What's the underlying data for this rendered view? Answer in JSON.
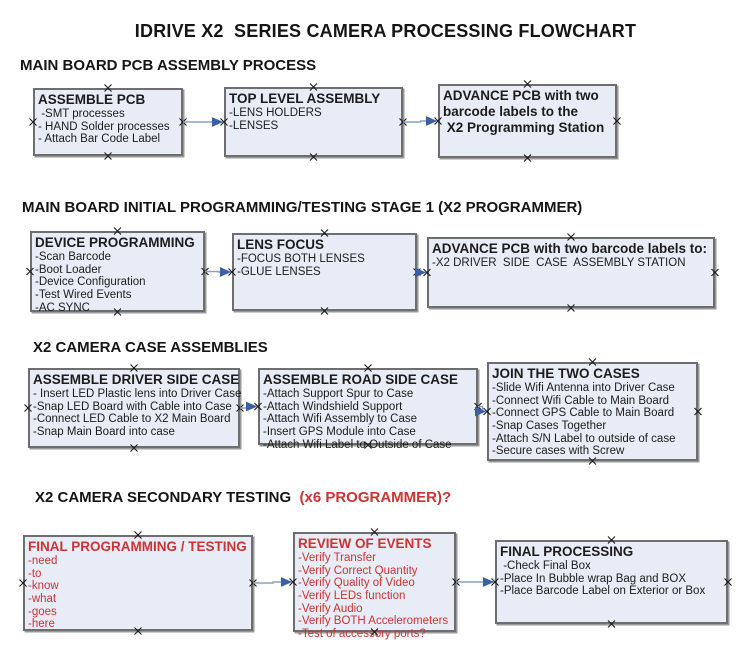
{
  "title": "IDRIVE X2  SERIES CAMERA PROCESSING FLOWCHART",
  "colors": {
    "box_fill": "#e7ecf6",
    "box_border": "#6e6e6e",
    "arrow_line": "#8ca0c4",
    "arrow_head": "#3b5fa6",
    "red_text": "#cc3333",
    "black_text": "#1c1c1c"
  },
  "sections": [
    {
      "title": "MAIN BOARD PCB ASSEMBLY PROCESS",
      "boxes": [
        {
          "title": "ASSEMBLE PCB",
          "items": [
            " -SMT processes",
            "- HAND Solder processes",
            "- Attach Bar Code Label"
          ]
        },
        {
          "title": "TOP LEVEL ASSEMBLY",
          "items": [
            "-LENS HOLDERS",
            "-LENSES"
          ]
        },
        {
          "title": "ADVANCE PCB with two\nbarcode labels to the\n X2 Programming Station",
          "items": []
        }
      ]
    },
    {
      "title": "MAIN BOARD INITIAL PROGRAMMING/TESTING STAGE 1 (X2 PROGRAMMER)",
      "boxes": [
        {
          "title": "DEVICE PROGRAMMING",
          "items": [
            "-Scan Barcode",
            "-Boot Loader",
            "-Device Configuration",
            "-Test Wired Events",
            "-AC SYNC"
          ]
        },
        {
          "title": "LENS FOCUS",
          "items": [
            "-FOCUS BOTH LENSES",
            "-GLUE LENSES"
          ]
        },
        {
          "title": "ADVANCE PCB with two barcode labels to:",
          "items": [
            "-X2 DRIVER  SIDE  CASE  ASSEMBLY STATION"
          ]
        }
      ]
    },
    {
      "title": "X2 CAMERA CASE ASSEMBLIES",
      "boxes": [
        {
          "title": "ASSEMBLE DRIVER SIDE CASE",
          "items": [
            "- Insert LED Plastic lens into Driver Case",
            "-Snap LED Board with Cable into Case",
            "-Connect LED Cable to X2 Main Board",
            "-Snap Main Board into case"
          ]
        },
        {
          "title": "ASSEMBLE ROAD SIDE CASE",
          "items": [
            "-Attach Support Spur to Case",
            "-Attach Windshield Support",
            "-Attach Wifi Assembly to Case",
            "-Insert GPS Module into Case",
            "-Attach Wifi Label to Outside of Case"
          ]
        },
        {
          "title": "JOIN THE TWO CASES",
          "items": [
            "-Slide Wifi Antenna into Driver Case",
            "-Connect Wifi Cable to Main Board",
            "-Connect GPS Cable to Main Board",
            "-Snap Cases Together",
            "-Attach S/N Label to outside of case",
            "-Secure cases with Screw"
          ]
        }
      ]
    },
    {
      "title": "X2 CAMERA SECONDARY TESTING",
      "title_suffix": "  (x6 PROGRAMMER)?",
      "title_suffix_color": "#cc3333",
      "boxes": [
        {
          "title": "FINAL PROGRAMMING / TESTING",
          "text_color": "#cc3333",
          "items": [
            "-need",
            "-to",
            "-know",
            "-what",
            "-goes",
            "-here"
          ]
        },
        {
          "title": "REVIEW OF EVENTS",
          "text_color": "#cc3333",
          "items": [
            "-Verify Transfer",
            "-Verify Correct Quantity",
            "-Verify Quality of Video",
            "-Verify LEDs function",
            "-Verify Audio",
            "-Verify BOTH Accelerometers",
            "-Test of accessory ports?"
          ]
        },
        {
          "title": "FINAL PROCESSING",
          "items": [
            " -Check Final Box",
            "-Place In Bubble wrap Bag and BOX",
            "-Place Barcode Label on Exterior or Box"
          ]
        }
      ]
    }
  ],
  "connections": [
    {
      "from": "assemble-pcb",
      "to": "top-level-assembly"
    },
    {
      "from": "top-level-assembly",
      "to": "advance-pcb-programming-station"
    },
    {
      "from": "device-programming",
      "to": "lens-focus"
    },
    {
      "from": "lens-focus",
      "to": "advance-pcb-assembly-station"
    },
    {
      "from": "assemble-driver-side-case",
      "to": "assemble-road-side-case"
    },
    {
      "from": "assemble-road-side-case",
      "to": "join-the-two-cases"
    },
    {
      "from": "final-programming-testing",
      "to": "review-of-events"
    },
    {
      "from": "review-of-events",
      "to": "final-processing"
    }
  ]
}
